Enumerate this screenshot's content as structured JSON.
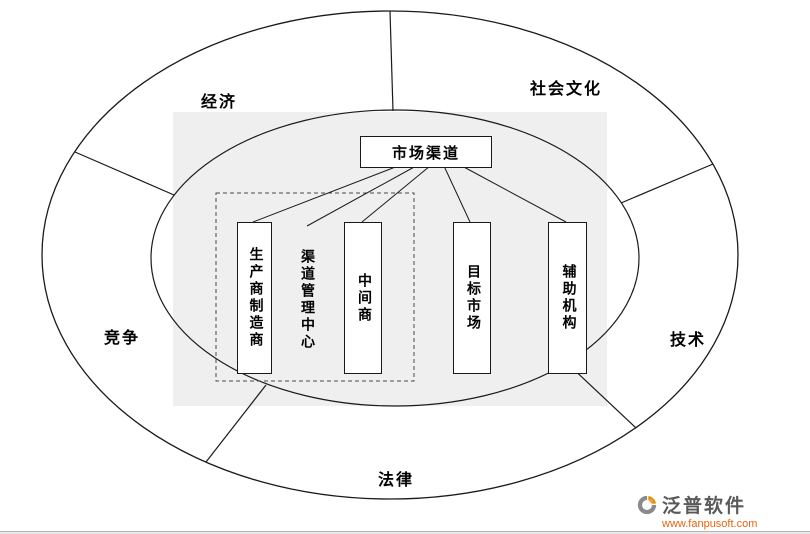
{
  "diagram": {
    "title_hint": "marketing-channel-environment-diagram",
    "ring_labels": [
      {
        "id": "economy",
        "text": "经济"
      },
      {
        "id": "social-culture",
        "text": "社会文化"
      },
      {
        "id": "technology",
        "text": "技术"
      },
      {
        "id": "law",
        "text": "法律"
      },
      {
        "id": "competition",
        "text": "竞争"
      }
    ],
    "root_box": {
      "text": "市场渠道"
    },
    "columns": [
      {
        "id": "producer",
        "text": "生产商制造商",
        "boxed": true
      },
      {
        "id": "channel-mgmt-center",
        "text": "渠道管理中心",
        "boxed": false
      },
      {
        "id": "middleman",
        "text": "中间商",
        "boxed": true
      },
      {
        "id": "target-market",
        "text": "目标市场",
        "boxed": true
      },
      {
        "id": "support-org",
        "text": "辅助机构",
        "boxed": true
      }
    ]
  },
  "branding": {
    "name": "泛普软件",
    "url": "www.fanpusoft.com",
    "accent_color": "#f08300",
    "gray_color": "#8a8a8a",
    "url_color": "#e8630c"
  },
  "colors": {
    "panel_gray": "#efefef",
    "stroke": "#1a1a1a"
  }
}
